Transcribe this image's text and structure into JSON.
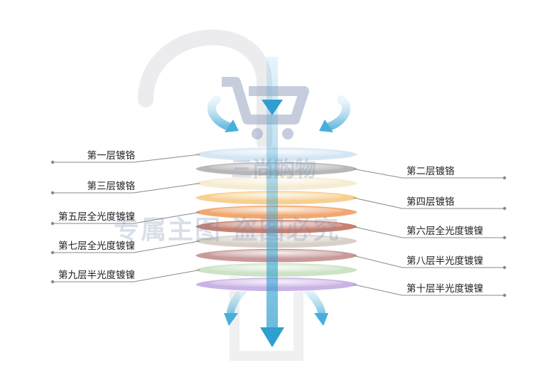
{
  "layers": [
    {
      "label": "第一层镀铬",
      "side": "left",
      "color": "#d5e6f3"
    },
    {
      "label": "第二层镀铬",
      "side": "right",
      "color": "#b7b7b7"
    },
    {
      "label": "第三层镀铬",
      "side": "left",
      "color": "#f6ecd2"
    },
    {
      "label": "第四层镀铬",
      "side": "right",
      "color": "#f7cf8f"
    },
    {
      "label": "第五层全光度镀镍",
      "side": "left",
      "color": "#f0a870"
    },
    {
      "label": "第六层全光度镀镍",
      "side": "right",
      "color": "#c88070"
    },
    {
      "label": "第七层全光度镀镍",
      "side": "left",
      "color": "#d8cfc6"
    },
    {
      "label": "第八层半光度镀镍",
      "side": "right",
      "color": "#c89a9a"
    },
    {
      "label": "第九层半光度镀镍",
      "side": "left",
      "color": "#cce3c5"
    },
    {
      "label": "第十层半光度镀镍",
      "side": "right",
      "color": "#cbb3e6"
    }
  ],
  "watermark": {
    "top_text": "三尚购物",
    "mid_text": "专属主图 盗图必究"
  },
  "colors": {
    "arrow": "#2f9fd0",
    "leader": "#888888",
    "faucet": "#e6e8eb"
  }
}
